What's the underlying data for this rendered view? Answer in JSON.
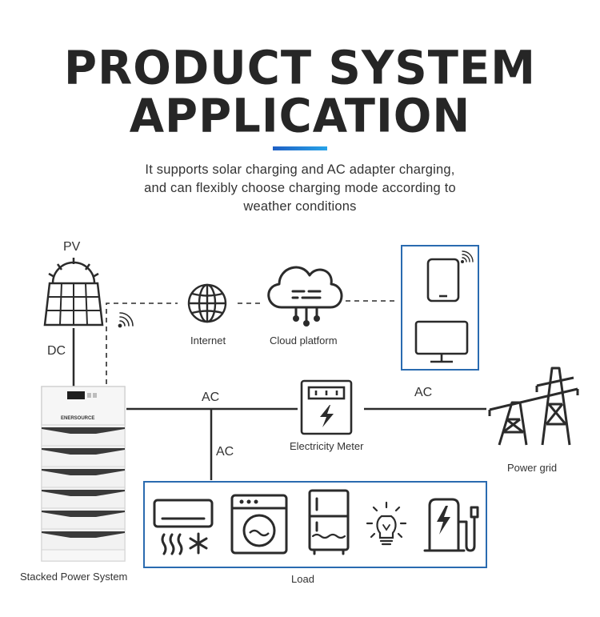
{
  "header": {
    "title_line1": "PRODUCT SYSTEM",
    "title_line2": "APPLICATION",
    "subtitle_line1": "It supports solar charging and AC adapter charging,",
    "subtitle_line2": "and can flexibly choose charging mode according to",
    "subtitle_line3": "weather conditions"
  },
  "diagram": {
    "pv_label": "PV",
    "dc_label": "DC",
    "internet_label": "Internet",
    "cloud_label": "Cloud platform",
    "ac_label_top": "AC",
    "ac_label_right": "AC",
    "ac_label_down": "AC",
    "meter_label": "Electricity Meter",
    "grid_label": "Power grid",
    "battery_brand": "ENERSOURCE",
    "battery_label": "Stacked Power System",
    "load_label": "Load"
  },
  "colors": {
    "frame_blue": "#2a6bb0",
    "line": "#2b2b2b",
    "accent_start": "#1f5fc4",
    "accent_end": "#27a3e8"
  }
}
